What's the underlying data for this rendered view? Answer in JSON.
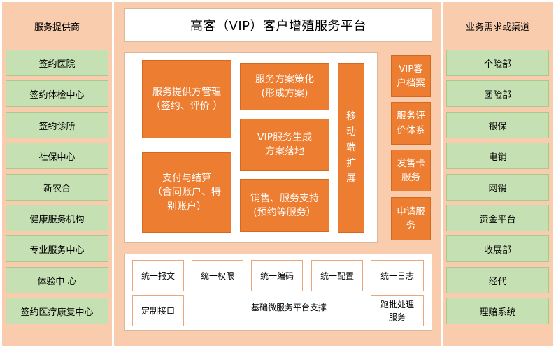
{
  "title": "高客（VIP）客户增殖服务平台",
  "left": {
    "header": "服务提供商",
    "items": [
      "签约医院",
      "签约体检中心",
      "签约诊所",
      "社保中心",
      "新农合",
      "健康服务机构",
      "专业服务中心",
      "体验中 心",
      "签约医疗康复中心"
    ]
  },
  "right": {
    "header": "业务需求或渠道",
    "items": [
      "个险部",
      "团险部",
      "银保",
      "电销",
      "网销",
      "资金平台",
      "收展部",
      "经代",
      "理赔系统"
    ]
  },
  "core": {
    "provider_mgmt": "服务提供方管理\n（签约、评价 ）",
    "payment": "支付与结算\n（合同账户、特\n别账户）",
    "plan_strategy": "服务方案策化\n(形成方案)",
    "vip_plan": "VIP服务生成\n方案落地",
    "sales_support": "销售、服务支持\n(预约等服务）",
    "mobile": "移\n动\n端\n扩\n展"
  },
  "side_modules": [
    "VIP客\n户档案",
    "服务评\n价体系",
    "发售卡\n服务",
    "申请服\n务"
  ],
  "base": {
    "label": "基础微服务平台支撑",
    "unified": [
      "统一报文",
      "统一权限",
      "统一编码",
      "统一配置",
      "统一日志"
    ],
    "custom_interface": "定制接口",
    "batch": "跑批处理\n服务"
  },
  "colors": {
    "outer_panel": "#f9ccae",
    "green_item": "#c5e0b3",
    "orange_module": "#ed7d31"
  }
}
